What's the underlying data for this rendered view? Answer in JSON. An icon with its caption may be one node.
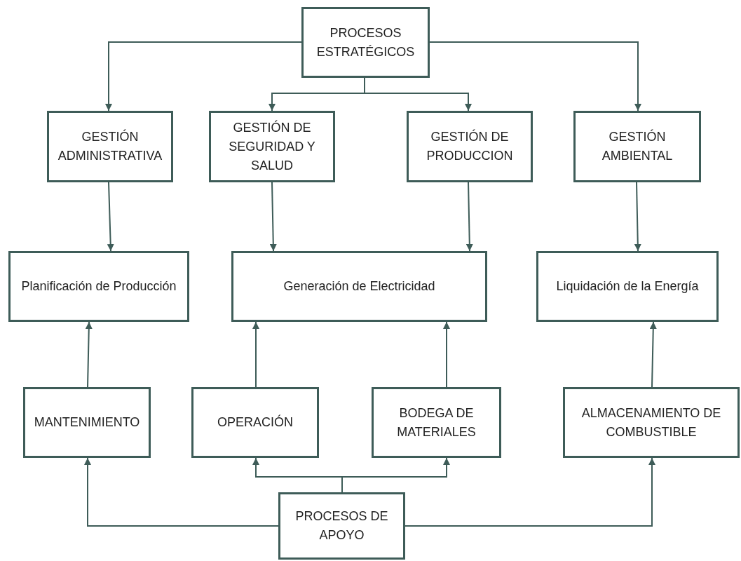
{
  "diagram": {
    "nodes": [
      {
        "text": [
          "PROCESOS ESTRATÉGICOS"
        ]
      },
      {
        "text": [
          "GESTIÓN ADMINISTRATIVA"
        ]
      },
      {
        "text": [
          "GESTIÓN DE SEGURIDAD Y SALUD"
        ]
      },
      {
        "text": [
          "GESTIÓN DE PRODUCCION"
        ]
      },
      {
        "text": [
          "GESTIÓN AMBIENTAL"
        ]
      },
      {
        "text": [
          "Planificación de Producción"
        ]
      },
      {
        "text": [
          "Generación de Electricidad"
        ]
      },
      {
        "text": [
          "Liquidación de la Energía"
        ]
      },
      {
        "text": [
          "MANTENIMIENTO"
        ]
      },
      {
        "text": [
          "OPERACIÓN"
        ]
      },
      {
        "text": [
          "BODEGA DE MATERIALES"
        ]
      },
      {
        "text": [
          "ALMACENAMIENTO DE COMBUSTIBLE"
        ]
      },
      {
        "text": [
          "PROCESOS DE APOYO"
        ]
      }
    ],
    "edges": [
      {
        "from": 0,
        "to": 1,
        "arrow": "to"
      },
      {
        "from": 0,
        "to": 2,
        "arrow": "to"
      },
      {
        "from": 0,
        "to": 3,
        "arrow": "to"
      },
      {
        "from": 0,
        "to": 4,
        "arrow": "to"
      },
      {
        "from": 1,
        "to": 5,
        "arrow": "to"
      },
      {
        "from": 2,
        "to": 6,
        "arrow": "to"
      },
      {
        "from": 3,
        "to": 6,
        "arrow": "to"
      },
      {
        "from": 4,
        "to": 7,
        "arrow": "to"
      },
      {
        "from": 8,
        "to": 5,
        "arrow": "to"
      },
      {
        "from": 9,
        "to": 6,
        "arrow": "to"
      },
      {
        "from": 10,
        "to": 6,
        "arrow": "to"
      },
      {
        "from": 11,
        "to": 7,
        "arrow": "to"
      },
      {
        "from": 12,
        "to": 8,
        "arrow": "to"
      },
      {
        "from": 12,
        "to": 9,
        "arrow": "to"
      },
      {
        "from": 12,
        "to": 10,
        "arrow": "to"
      },
      {
        "from": 12,
        "to": 11,
        "arrow": "to"
      }
    ]
  }
}
